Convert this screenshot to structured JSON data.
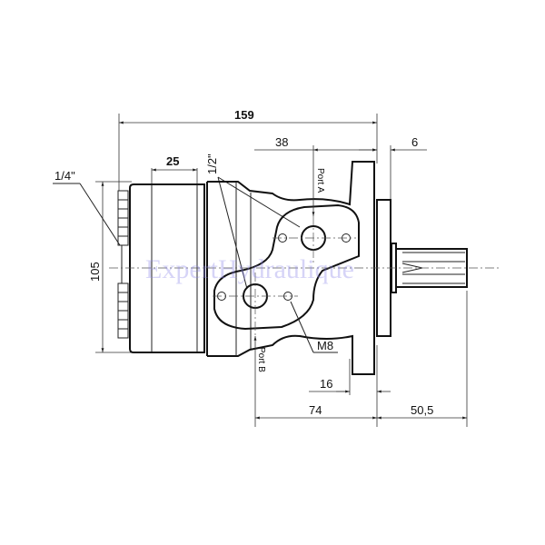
{
  "drawing": {
    "subject": "Hydraulic motor dimensional drawing (side view)",
    "units": "mm",
    "dimensions": {
      "overall_length": "159",
      "rear_cover": "25",
      "port_a_offset": "38",
      "flange_pilot": "6",
      "height": "105",
      "flange_thickness": "16",
      "port_b_to_flange": "74",
      "shaft_length": "50,5"
    },
    "callouts": {
      "drain_port": "1/4\"",
      "main_ports": "1/2\"",
      "bolt_thread": "M8",
      "port_a": "Port A",
      "port_b": "Port B"
    },
    "watermark": "ExpertHydraulique"
  }
}
